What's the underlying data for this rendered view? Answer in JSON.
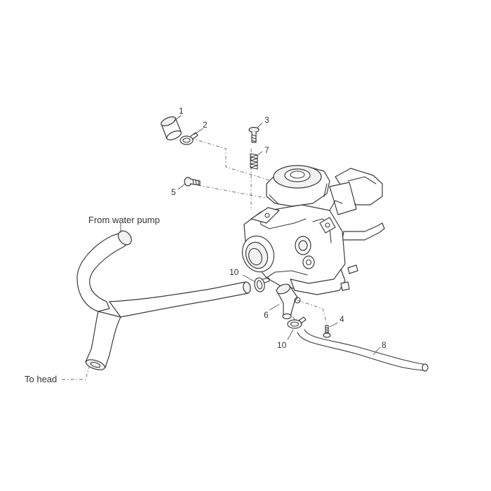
{
  "labels": {
    "from_water_pump": "From water pump",
    "to_head": "To head"
  },
  "callouts": {
    "p1": "1",
    "p2": "2",
    "p3": "3",
    "p4": "4",
    "p5": "5",
    "p6": "6",
    "p7": "7",
    "p8": "8",
    "p10a": "10",
    "p10b": "10"
  },
  "colors": {
    "line": "#3a3a3a",
    "text": "#333333",
    "background": "#ffffff"
  }
}
